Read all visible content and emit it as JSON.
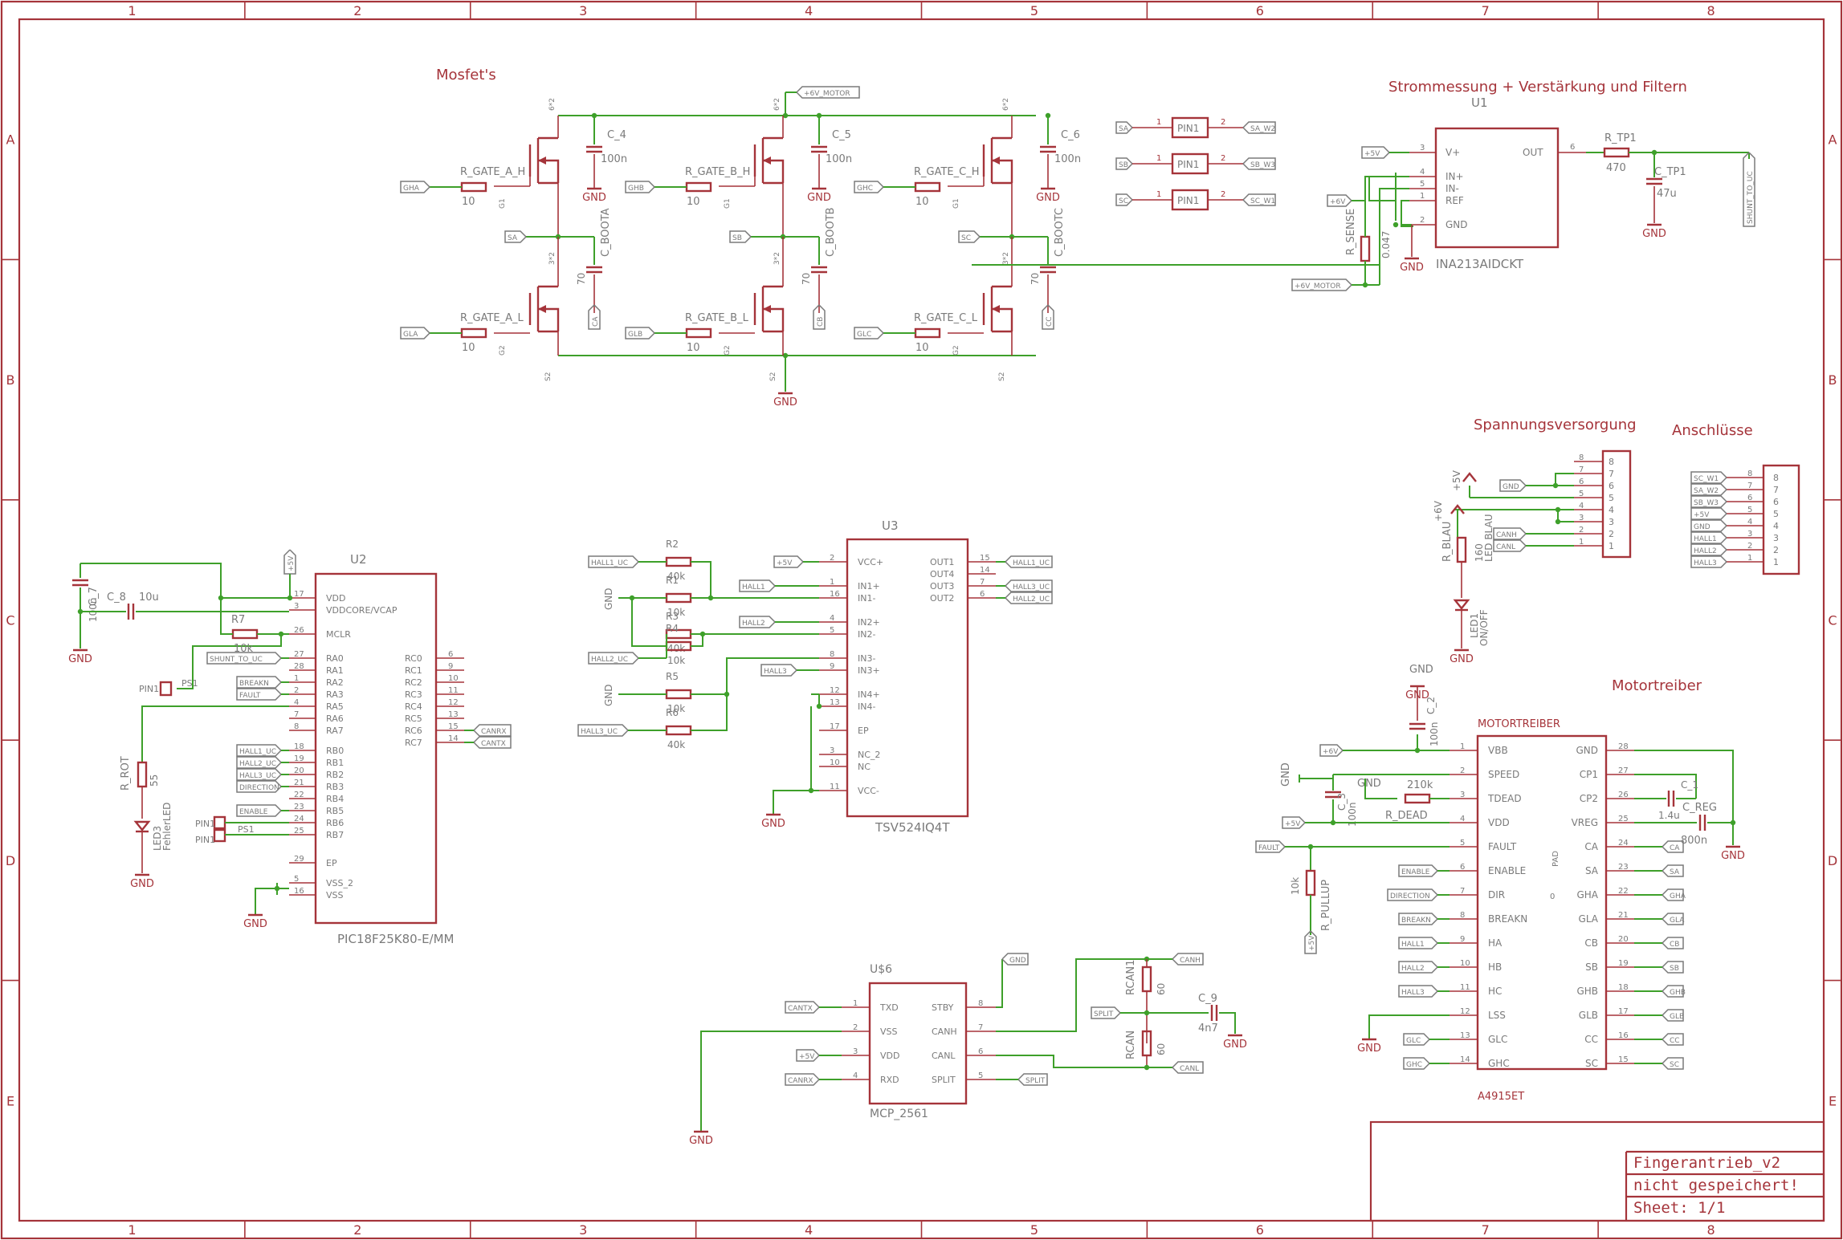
{
  "frame": {
    "columns": [
      "1",
      "2",
      "3",
      "4",
      "5",
      "6",
      "7",
      "8"
    ],
    "rows": [
      "A",
      "B",
      "C",
      "D",
      "E"
    ]
  },
  "headings": {
    "mosfets": "Mosfet's",
    "current": "Strommessung + Verstärkung und Filtern",
    "supply": "Spannungsversorgung",
    "connectors": "Anschlüsse",
    "driver": "Motortreiber"
  },
  "title_block": {
    "name": "Fingerantrieb_v2",
    "status": "nicht gespeichert!",
    "sheet": "Sheet: 1/1"
  },
  "mosfet_stage": {
    "nets": {
      "motor": "+6V_MOTOR",
      "gnd": "GND"
    },
    "phases": [
      {
        "high_gate_net": "GHA",
        "high_res": "R_GATE_A_H",
        "low_gate_net": "GLA",
        "low_res": "R_GATE_A_L",
        "res_value": "10",
        "phase_net": "SA",
        "cap": "C_4",
        "cap_value": "100n",
        "boot": "C_BOOTA",
        "boot_value": "70",
        "boot_net": "CA"
      },
      {
        "high_gate_net": "GHB",
        "high_res": "R_GATE_B_H",
        "low_gate_net": "GLB",
        "low_res": "R_GATE_B_L",
        "res_value": "10",
        "phase_net": "SB",
        "cap": "C_5",
        "cap_value": "100n",
        "boot": "C_BOOTB",
        "boot_value": "70",
        "boot_net": "CB"
      },
      {
        "high_gate_net": "GHC",
        "high_res": "R_GATE_C_H",
        "low_gate_net": "GLC",
        "low_res": "R_GATE_C_L",
        "res_value": "10",
        "phase_net": "SC",
        "cap": "C_6",
        "cap_value": "100n",
        "boot": "C_BOOTC",
        "boot_value": "70",
        "boot_net": "CC"
      }
    ],
    "pin_labels": {
      "g1": "G1",
      "g2": "G2",
      "d": "6*2",
      "s": "3*2",
      "s2": "S2"
    }
  },
  "pin_headers": [
    {
      "in": "SA",
      "part": "PIN1",
      "out": "SA_W2"
    },
    {
      "in": "SB",
      "part": "PIN1",
      "out": "SB_W3"
    },
    {
      "in": "SC",
      "part": "PIN1",
      "out": "SC_W1"
    }
  ],
  "current_sense": {
    "ic_name": "U1",
    "ic_value": "INA213AIDCKT",
    "pins_left": [
      {
        "num": "3",
        "name": "V+"
      },
      {
        "num": "4",
        "name": "IN+"
      },
      {
        "num": "5",
        "name": "IN-"
      },
      {
        "num": "1",
        "name": "REF"
      },
      {
        "num": "2",
        "name": "GND"
      }
    ],
    "pin_out": {
      "num": "6",
      "name": "OUT"
    },
    "supply_net": "+5V",
    "motor_net": "+6V_MOTOR",
    "sense_net": "+6V",
    "r_sense": "R_SENSE",
    "r_sense_value": "0.047",
    "r_tp": "R_TP1",
    "r_tp_value": "470",
    "c_tp": "C_TP1",
    "c_tp_value": "47u",
    "out_net": "SHUNT_TO_UC",
    "gnd": "GND"
  },
  "mcu": {
    "name": "U2",
    "value": "PIC18F25K80-E/MM",
    "pins_left": [
      {
        "num": "17",
        "name": "VDD"
      },
      {
        "num": "3",
        "name": "VDDCORE/VCAP"
      },
      {
        "num": "26",
        "name": "MCLR"
      },
      {
        "num": "27",
        "name": "RA0"
      },
      {
        "num": "28",
        "name": "RA1"
      },
      {
        "num": "1",
        "name": "RA2"
      },
      {
        "num": "2",
        "name": "RA3"
      },
      {
        "num": "4",
        "name": "RA5"
      },
      {
        "num": "7",
        "name": "RA6"
      },
      {
        "num": "8",
        "name": "RA7"
      },
      {
        "num": "18",
        "name": "RB0"
      },
      {
        "num": "19",
        "name": "RB1"
      },
      {
        "num": "20",
        "name": "RB2"
      },
      {
        "num": "21",
        "name": "RB3"
      },
      {
        "num": "22",
        "name": "RB4"
      },
      {
        "num": "23",
        "name": "RB5"
      },
      {
        "num": "24",
        "name": "RB6"
      },
      {
        "num": "25",
        "name": "RB7"
      },
      {
        "num": "29",
        "name": "EP"
      },
      {
        "num": "5",
        "name": "VSS_2"
      },
      {
        "num": "16",
        "name": "VSS"
      }
    ],
    "pins_right": [
      {
        "num": "6",
        "name": "RC0"
      },
      {
        "num": "9",
        "name": "RC1"
      },
      {
        "num": "10",
        "name": "RC2"
      },
      {
        "num": "11",
        "name": "RC3"
      },
      {
        "num": "12",
        "name": "RC4"
      },
      {
        "num": "13",
        "name": "RC5"
      },
      {
        "num": "15",
        "name": "RC6"
      },
      {
        "num": "14",
        "name": "RC7"
      }
    ],
    "nets_left": [
      "SHUNT_TO_UC",
      "BREAKN",
      "FAULT",
      "HALL1_UC",
      "HALL2_UC",
      "HALL3_UC",
      "DIRECTION",
      "ENABLE"
    ],
    "nets_right": [
      "CANRX",
      "CANTX"
    ],
    "c7": "C_7",
    "c7_value": "100n",
    "c8": "C_8",
    "c8_value": "10u",
    "r7": "R7",
    "r7_value": "10k",
    "r_rot": "R_ROT",
    "r_rot_value": "55",
    "led3": "LED3",
    "led3_label": "FehlerLED",
    "pin_labels": [
      "PIN1",
      "PS1"
    ],
    "supply": "+5V",
    "gnd": "GND"
  },
  "opamp": {
    "name": "U3",
    "value": "TSV524IQ4T",
    "pins_left": [
      {
        "num": "2",
        "name": "VCC+"
      },
      {
        "num": "1",
        "name": "IN1+"
      },
      {
        "num": "16",
        "name": "IN1-"
      },
      {
        "num": "4",
        "name": "IN2+"
      },
      {
        "num": "5",
        "name": "IN2-"
      },
      {
        "num": "8",
        "name": "IN3-"
      },
      {
        "num": "9",
        "name": "IN3+"
      },
      {
        "num": "12",
        "name": "IN4+"
      },
      {
        "num": "13",
        "name": "IN4-"
      },
      {
        "num": "17",
        "name": "EP"
      },
      {
        "num": "3",
        "name": "NC_2"
      },
      {
        "num": "10",
        "name": "NC"
      },
      {
        "num": "11",
        "name": "VCC-"
      }
    ],
    "pins_right": [
      {
        "num": "15",
        "name": "OUT1"
      },
      {
        "num": "14",
        "name": "OUT4"
      },
      {
        "num": "7",
        "name": "OUT3"
      },
      {
        "num": "6",
        "name": "OUT2"
      }
    ],
    "nets_right": [
      "HALL1_UC",
      "HALL3_UC",
      "HALL2_UC"
    ],
    "nets_left": [
      "HALL1_UC",
      "HALL1",
      "HALL2",
      "HALL2_UC",
      "HALL3",
      "HALL3_UC",
      "+5V"
    ],
    "resistors": [
      {
        "name": "R2",
        "value": "40k"
      },
      {
        "name": "R1",
        "value": "10k"
      },
      {
        "name": "R3",
        "value": "40k"
      },
      {
        "name": "R4",
        "value": "10k"
      },
      {
        "name": "R5",
        "value": "10k"
      },
      {
        "name": "R6",
        "value": "40k"
      }
    ],
    "gnd": "GND"
  },
  "supply": {
    "header_pins": [
      "8",
      "7",
      "6",
      "5",
      "4",
      "3",
      "2",
      "1"
    ],
    "nets": [
      "GND",
      "+5V",
      "+6V",
      "CANH",
      "CANL"
    ],
    "r_blau": "R_BLAU",
    "r_blau_value": "160",
    "led1": "LED1",
    "led1_label": "LED BLAU",
    "led1_label2": "ON/OFF",
    "gnd": "GND"
  },
  "connector": {
    "pins": [
      "8",
      "7",
      "6",
      "5",
      "4",
      "3",
      "2",
      "1"
    ],
    "nets": [
      "SC_W1",
      "SA_W2",
      "SB_W3",
      "+5V",
      "GND",
      "HALL1",
      "HALL2",
      "HALL3"
    ]
  },
  "can": {
    "name": "U$6",
    "value": "MCP_2561",
    "pins_left": [
      {
        "num": "1",
        "name": "TXD"
      },
      {
        "num": "2",
        "name": "VSS"
      },
      {
        "num": "3",
        "name": "VDD"
      },
      {
        "num": "4",
        "name": "RXD"
      }
    ],
    "pins_right": [
      {
        "num": "8",
        "name": "STBY"
      },
      {
        "num": "7",
        "name": "CANH"
      },
      {
        "num": "6",
        "name": "CANL"
      },
      {
        "num": "5",
        "name": "SPLIT"
      }
    ],
    "nets_left": [
      "CANTX",
      "+5V",
      "CANRX"
    ],
    "nets_right": [
      "GND",
      "CANH",
      "SPLIT",
      "CANL"
    ],
    "rcan1": "RCAN1",
    "rcan1_value": "60",
    "rcan": "RCAN",
    "rcan_value": "60",
    "c9": "C_9",
    "c9_value": "4n7",
    "gnd": "GND"
  },
  "driver": {
    "name": "MOTORTREIBER",
    "value": "A4915ET",
    "pins_left": [
      {
        "num": "1",
        "name": "VBB"
      },
      {
        "num": "2",
        "name": "SPEED"
      },
      {
        "num": "3",
        "name": "TDEAD"
      },
      {
        "num": "4",
        "name": "VDD"
      },
      {
        "num": "5",
        "name": "FAULT"
      },
      {
        "num": "6",
        "name": "ENABLE"
      },
      {
        "num": "7",
        "name": "DIR"
      },
      {
        "num": "8",
        "name": "BREAKN"
      },
      {
        "num": "9",
        "name": "HA"
      },
      {
        "num": "10",
        "name": "HB"
      },
      {
        "num": "11",
        "name": "HC"
      },
      {
        "num": "12",
        "name": "LSS"
      },
      {
        "num": "13",
        "name": "GLC"
      },
      {
        "num": "14",
        "name": "GHC"
      }
    ],
    "pins_right": [
      {
        "num": "28",
        "name": "GND"
      },
      {
        "num": "27",
        "name": "CP1"
      },
      {
        "num": "26",
        "name": "CP2"
      },
      {
        "num": "25",
        "name": "VREG"
      },
      {
        "num": "24",
        "name": "CA"
      },
      {
        "num": "23",
        "name": "SA"
      },
      {
        "num": "22",
        "name": "GHA"
      },
      {
        "num": "21",
        "name": "GLA"
      },
      {
        "num": "20",
        "name": "CB"
      },
      {
        "num": "19",
        "name": "SB"
      },
      {
        "num": "18",
        "name": "GHB"
      },
      {
        "num": "17",
        "name": "GLB"
      },
      {
        "num": "16",
        "name": "CC"
      },
      {
        "num": "15",
        "name": "SC"
      }
    ],
    "pad": "PAD",
    "pad_num": "0",
    "nets_left": [
      "+6V",
      "+5V",
      "FAULT",
      "ENABLE",
      "DIRECTION",
      "BREAKN",
      "HALL1",
      "HALL2",
      "HALL3",
      "GLC",
      "GHC"
    ],
    "nets_right": [
      "CA",
      "SA",
      "GHA",
      "GLA",
      "CB",
      "SB",
      "GHB",
      "GLB",
      "CC",
      "SC"
    ],
    "c2": "C_2",
    "c2_value": "100n",
    "c3": "C_3",
    "c3_value": "100n",
    "c1": "C_1",
    "c1_value": "1.4u",
    "creg": "C_REG",
    "creg_value": "800n",
    "r_dead": "R_DEAD",
    "r_dead_value": "210k",
    "r_pullup": "R_PULLUP",
    "r_pullup_value": "10k",
    "gnd": "GND"
  }
}
